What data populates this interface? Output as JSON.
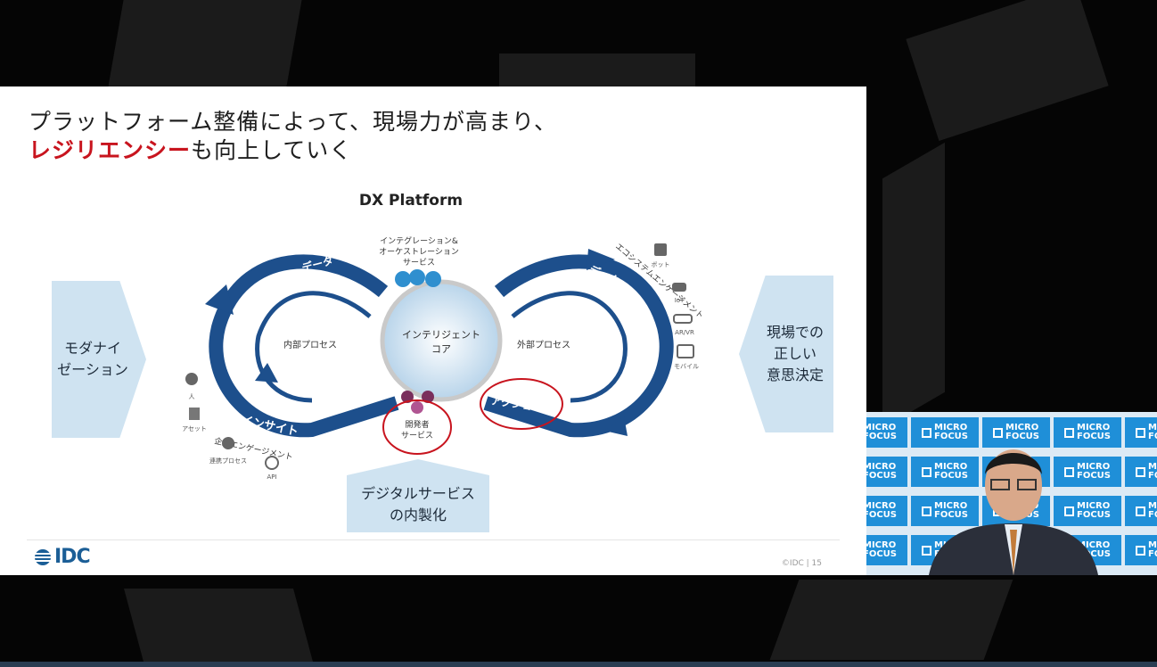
{
  "slide": {
    "headline_line1": "プラットフォーム整備によって、現場力が高まり、",
    "headline_accent": "レジリエンシー",
    "headline_rest": "も向上していく",
    "diagram_title": "DX Platform",
    "left_chevron": [
      "モダナイ",
      "ゼーション"
    ],
    "right_chevron": [
      "現場での",
      "正しい",
      "意思決定"
    ],
    "bottom_chevron": [
      "デジタルサービス",
      "の内製化"
    ],
    "logo": "IDC",
    "footer": "©IDC | 15"
  },
  "diagram": {
    "core_label": [
      "インテリジェント",
      "コア"
    ],
    "top_label": [
      "インテグレーション&",
      "オーケストレーション",
      "サービス"
    ],
    "bottom_label": [
      "開発者",
      "サービス"
    ],
    "inner_left": "内部プロセス",
    "inner_right": "外部プロセス",
    "arrow_data_left": "データ",
    "arrow_data_right": "データ",
    "arrow_insight": "インサイト",
    "arrow_action": "アクション",
    "enterprise_engagement": "企業エンゲージメント",
    "ecosystem_engagement": "エコシステムエンゲージメント",
    "left_icons": [
      "人",
      "アセット",
      "連携プロセス",
      "API"
    ],
    "right_icons": [
      "ボット",
      "IoT",
      "AR/VR",
      "モバイル"
    ]
  },
  "camera": {
    "logo_text": [
      "MICRO",
      "FOCUS"
    ]
  },
  "colors": {
    "arrow_blue": "#1d4f8c",
    "accent_red": "#c8141e",
    "chevron_fill": "#cfe3f1",
    "brand_blue": "#1f8fd8"
  }
}
